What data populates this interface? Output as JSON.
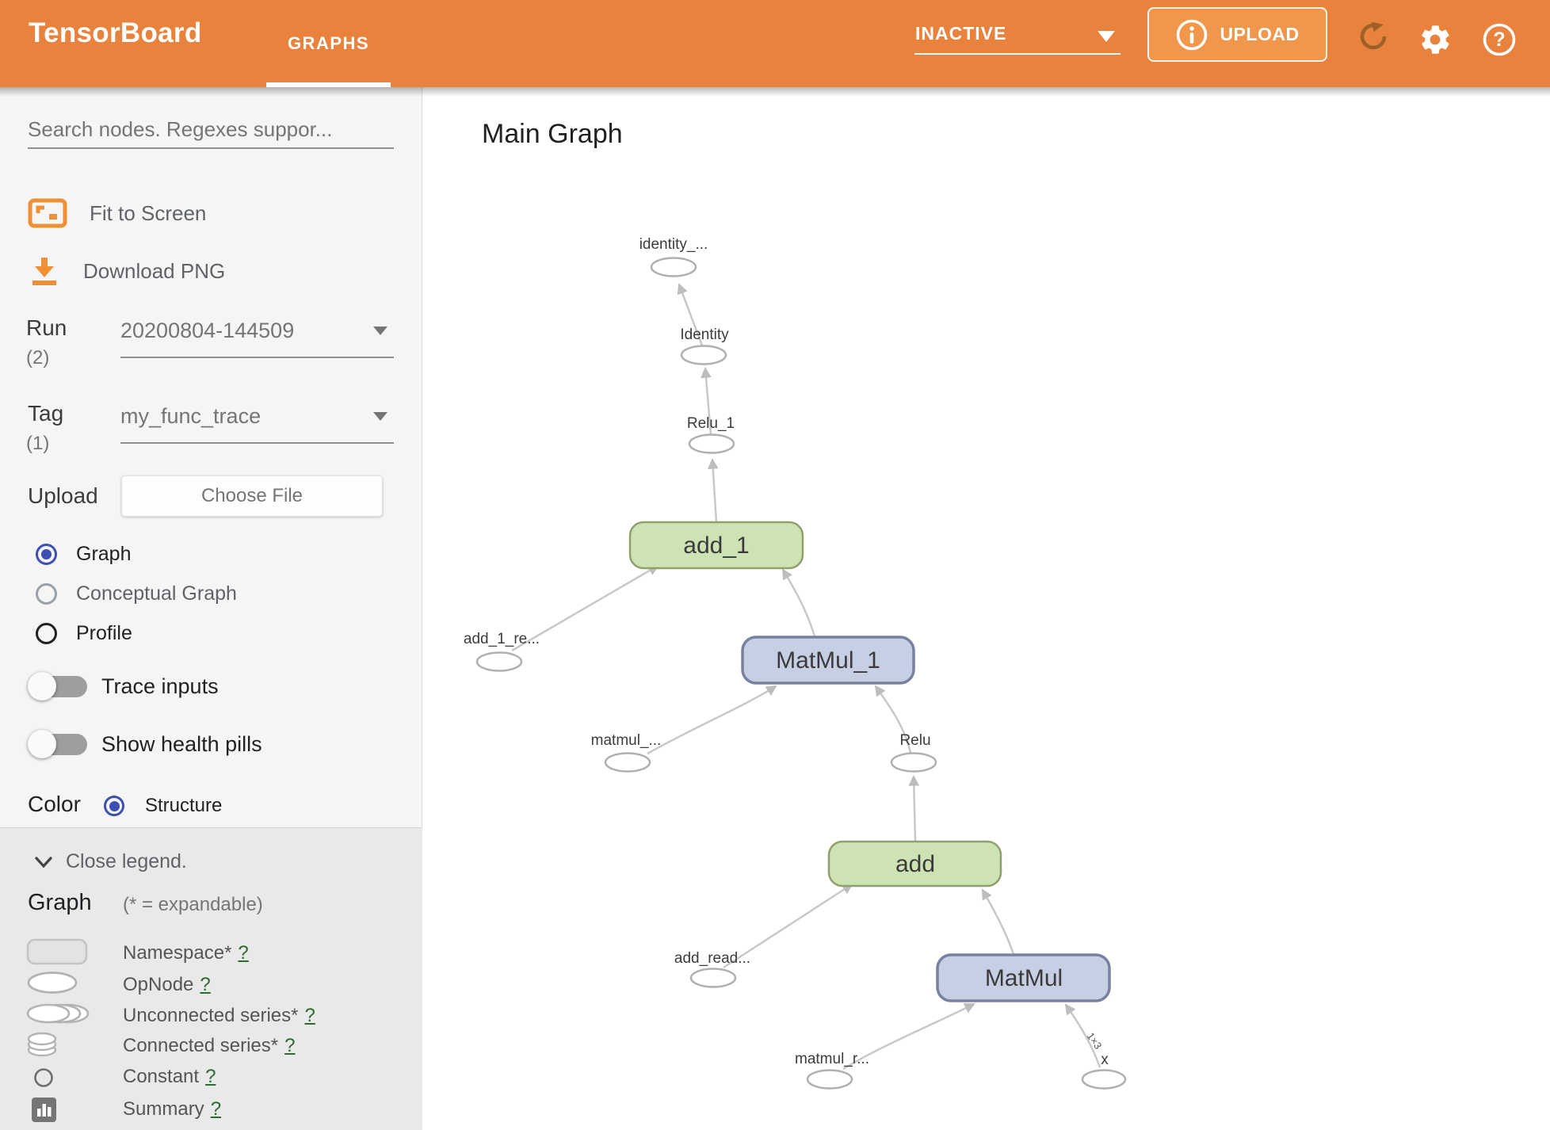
{
  "header": {
    "app_title": "TensorBoard",
    "tab": "GRAPHS",
    "status": "INACTIVE",
    "upload_label": "UPLOAD",
    "accent_color": "#e8823c"
  },
  "sidebar": {
    "search_placeholder": "Search nodes. Regexes suppor...",
    "fit_label": "Fit to Screen",
    "download_label": "Download PNG",
    "run": {
      "label": "Run",
      "count": "(2)",
      "value": "20200804-144509"
    },
    "tag": {
      "label": "Tag",
      "count": "(1)",
      "value": "my_func_trace"
    },
    "upload": {
      "label": "Upload",
      "button": "Choose File"
    },
    "view_options": [
      {
        "label": "Graph",
        "selected": true
      },
      {
        "label": "Conceptual Graph",
        "selected": false
      },
      {
        "label": "Profile",
        "selected": false
      }
    ],
    "toggles": [
      {
        "label": "Trace inputs",
        "on": false
      },
      {
        "label": "Show health pills",
        "on": false
      }
    ],
    "color": {
      "label": "Color",
      "option": "Structure"
    }
  },
  "legend": {
    "close_label": "Close legend.",
    "heading": "Graph",
    "expandable_note": "(* = expandable)",
    "help_symbol": "?",
    "items": [
      {
        "label": "Namespace*"
      },
      {
        "label": "OpNode"
      },
      {
        "label": "Unconnected series*"
      },
      {
        "label": "Connected series*"
      },
      {
        "label": "Constant"
      },
      {
        "label": "Summary"
      }
    ]
  },
  "graph": {
    "title": "Main Graph",
    "op_nodes": [
      {
        "label": "add_1",
        "color": "green"
      },
      {
        "label": "MatMul_1",
        "color": "blue"
      },
      {
        "label": "add",
        "color": "green"
      },
      {
        "label": "MatMul",
        "color": "blue"
      }
    ],
    "ellipse_nodes": [
      {
        "label": "identity_..."
      },
      {
        "label": "Identity"
      },
      {
        "label": "Relu_1"
      },
      {
        "label": "add_1_re..."
      },
      {
        "label": "matmul_..."
      },
      {
        "label": "Relu"
      },
      {
        "label": "add_read..."
      },
      {
        "label": "matmul_r..."
      },
      {
        "label": "x"
      }
    ],
    "edge_label": "1×3",
    "colors": {
      "green_fill": "#cde3b4",
      "green_stroke": "#8fa06c",
      "blue_fill": "#c6cfe3",
      "blue_stroke": "#76829f",
      "edge": "#c8c8c8"
    }
  }
}
